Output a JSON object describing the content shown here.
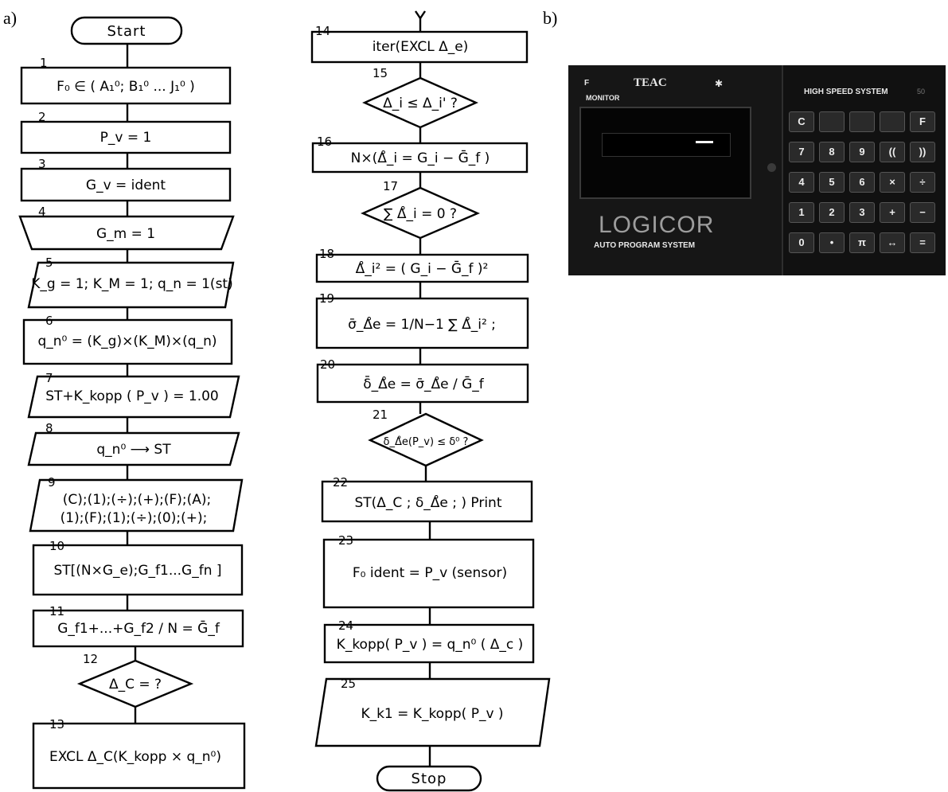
{
  "panel_labels": {
    "a": "a)",
    "b": "b)"
  },
  "flowchart": {
    "start": "Start",
    "stop": "Stop",
    "steps": [
      {
        "n": "1",
        "text": "F₀ ∈ ( A₁⁰; B₁⁰ ... J₁⁰ )"
      },
      {
        "n": "2",
        "text": "P_v = 1"
      },
      {
        "n": "3",
        "text": "G_v = ident"
      },
      {
        "n": "4",
        "text": "G_m = 1"
      },
      {
        "n": "5",
        "text": "K_g = 1; K_M = 1; q_n = 1(st)"
      },
      {
        "n": "6",
        "text": "q_n⁰ = (K_g)×(K_M)×(q_n)"
      },
      {
        "n": "7",
        "text": "ST+K_kopp ( P_v ) = 1.00"
      },
      {
        "n": "8",
        "text": "q_n⁰ ⟶ ST"
      },
      {
        "n": "9",
        "text": "(C);(1);(÷);(+);(F);(A);",
        "text2": "(1);(F);(1);(÷);(0);(+);"
      },
      {
        "n": "10",
        "text": "ST[(N×G_e);G_f1...G_fn ]"
      },
      {
        "n": "11",
        "text": "G_f1+...+G_f2 / N = Ḡ_f"
      },
      {
        "n": "12",
        "text": "Δ_C = ?"
      },
      {
        "n": "13",
        "text": "EXCL Δ_C(K_kopp × q_n⁰)"
      },
      {
        "n": "14",
        "text": "iter(EXCL Δ_e)"
      },
      {
        "n": "15",
        "text": "Δ_i ≤ Δ_i' ?"
      },
      {
        "n": "16",
        "text": "N×(Δ̊_i = G_i − Ḡ_f )"
      },
      {
        "n": "17",
        "text": "∑ Δ̊_i = 0 ?"
      },
      {
        "n": "18",
        "text": "Δ̊_i² = ( G_i − Ḡ_f )²"
      },
      {
        "n": "19",
        "text": "σ̄_Δ̊e = 1/N−1 ∑ Δ̊_i² ;"
      },
      {
        "n": "20",
        "text": "δ̄_Δ̊e = σ̄_Δ̊e / Ḡ_f"
      },
      {
        "n": "21",
        "text": "δ_Δ̊e(P_v) ≤ δ⁰ ?"
      },
      {
        "n": "22",
        "text": "ST(Δ_C ; δ_Δ̊e ; ) Print"
      },
      {
        "n": "23",
        "text": "F₀ ident = P_v (sensor)"
      },
      {
        "n": "24",
        "text": "K_kopp( P_v ) = q_n⁰ ( Δ_c )"
      },
      {
        "n": "25",
        "text": "K_k1 = K_kopp( P_v )"
      }
    ]
  },
  "device": {
    "brand": "TEAC",
    "monitor": "MONITOR",
    "f_label": "F",
    "header": "HIGH SPEED SYSTEM",
    "header_num": "50",
    "logo": "LOGICOR",
    "subtitle": "AUTO PROGRAM SYSTEM",
    "keys": [
      "C",
      "",
      "",
      "",
      "F",
      "7",
      "8",
      "9",
      "((",
      "))",
      "4",
      "5",
      "6",
      "×",
      "÷",
      "1",
      "2",
      "3",
      "+",
      "−",
      "0",
      "•",
      "π",
      "↔",
      "="
    ]
  }
}
